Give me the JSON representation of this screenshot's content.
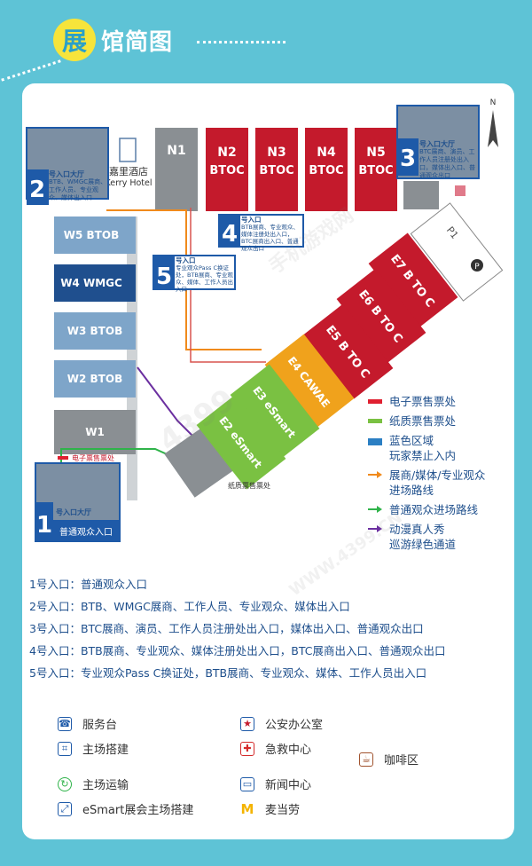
{
  "title": {
    "first_char": "展",
    "rest": "馆简图"
  },
  "hotel": {
    "name_cn": "嘉里酒店",
    "name_en": "Kerry Hotel"
  },
  "halls_north": [
    {
      "id": "N1",
      "sub": ""
    },
    {
      "id": "N2",
      "sub": "BTOC"
    },
    {
      "id": "N3",
      "sub": "BTOC"
    },
    {
      "id": "N4",
      "sub": "BTOC"
    },
    {
      "id": "N5",
      "sub": "BTOC"
    }
  ],
  "halls_west": [
    {
      "label": "W5 BTOB"
    },
    {
      "label": "W4 WMGC"
    },
    {
      "label": "W3 BTOB"
    },
    {
      "label": "W2 BTOB"
    },
    {
      "label": "W1"
    }
  ],
  "halls_east": [
    {
      "label": "E7 B TO C"
    },
    {
      "label": "E6 B TO C"
    },
    {
      "label": "E5 B TO C"
    },
    {
      "label": "E4 CAWAE"
    },
    {
      "label": "E3 eSmart"
    },
    {
      "label": "E2 eSmart"
    }
  ],
  "parking": {
    "label": "P1",
    "icon": "P"
  },
  "compass": "N",
  "entrances": [
    {
      "number": "1",
      "hall": "号入口大厅",
      "desc": "普通观众入口"
    },
    {
      "number": "2",
      "hall": "号入口大厅",
      "desc": "BTB、WMGC展商、工作人员、专业观众、媒体出入口"
    },
    {
      "number": "3",
      "hall": "号入口大厅",
      "desc": "BTC展商、演员、工作人员注册处出入口，媒体出入口、普通观众出口"
    },
    {
      "number": "4",
      "hall": "号入口",
      "desc": "BTB展商、专业观众、媒体注册处出入口，BTC展商出入口、普通观众出口"
    },
    {
      "number": "5",
      "hall": "号入口",
      "desc": "专业观众Pass C换证处，BTB展商、专业观众、媒体、工作人员出入口"
    }
  ],
  "map_notes": {
    "e_ticket": "电子票售票处",
    "paper_ticket": "纸质票售票处"
  },
  "map_legend": [
    {
      "color": "#e02030",
      "text": "电子票售票处"
    },
    {
      "color": "#7ac142",
      "text": "纸质票售票处"
    },
    {
      "color": "#2b7fc3",
      "text": "蓝色区域\n玩家禁止入内"
    },
    {
      "color": "#f08a1c",
      "text": "展商/媒体/专业观众\n进场路线"
    },
    {
      "color": "#2fb34a",
      "text": "普通观众进场路线"
    },
    {
      "color": "#6b2fa0",
      "text": "动漫真人秀\n巡游绿色通道"
    }
  ],
  "entry_list": [
    "1号入口：普通观众入口",
    "2号入口：BTB、WMGC展商、工作人员、专业观众、媒体出入口",
    "3号入口：BTC展商、演员、工作人员注册处出入口，媒体出入口、普通观众出口",
    "4号入口：BTB展商、专业观众、媒体注册处出入口，BTC展商出入口、普通观众出口",
    "5号入口：专业观众Pass C换证处，BTB展商、专业观众、媒体、工作人员出入口"
  ],
  "facilities": [
    {
      "icon": "service-desk-icon",
      "label": "服务台"
    },
    {
      "icon": "police-office-icon",
      "label": "公安办公室"
    },
    {
      "icon": "venue-build-icon",
      "label": "主场搭建"
    },
    {
      "icon": "first-aid-icon",
      "label": "急救中心"
    },
    {
      "icon": "cafe-icon",
      "label": "咖啡区"
    },
    {
      "icon": "venue-transport-icon",
      "label": "主场运输"
    },
    {
      "icon": "press-center-icon",
      "label": "新闻中心"
    },
    {
      "icon": "esmart-build-icon",
      "label": "eSmart展会主场搭建"
    },
    {
      "icon": "mcdonalds-icon",
      "label": "麦当劳"
    }
  ],
  "watermark": [
    "4399",
    "手机游戏网",
    "WWW.4399.CN"
  ]
}
